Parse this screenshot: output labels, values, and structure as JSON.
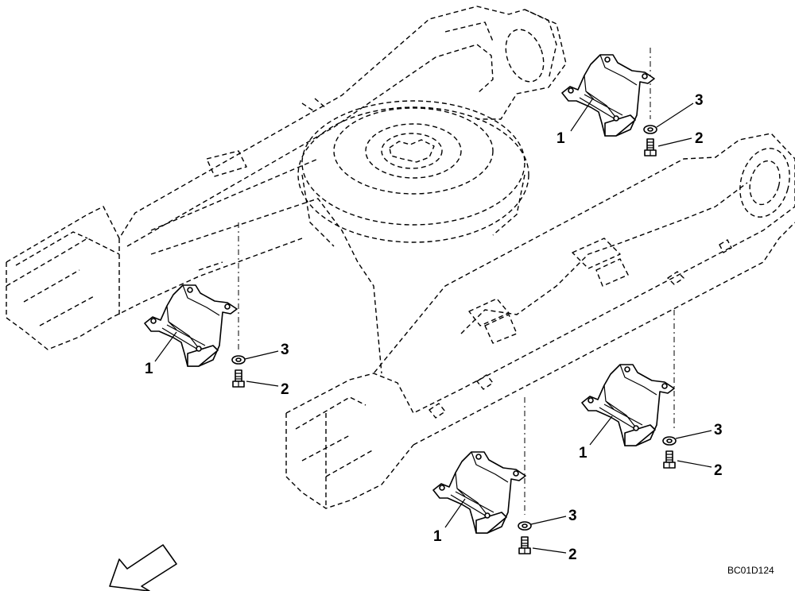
{
  "diagram": {
    "callouts": {
      "part_1": "1",
      "part_2": "2",
      "part_3": "3"
    },
    "drawing_code": "BC01D124",
    "direction_arrow_icon": "front-direction-arrow-icon",
    "colors": {
      "line": "#000000",
      "background": "#ffffff"
    }
  }
}
